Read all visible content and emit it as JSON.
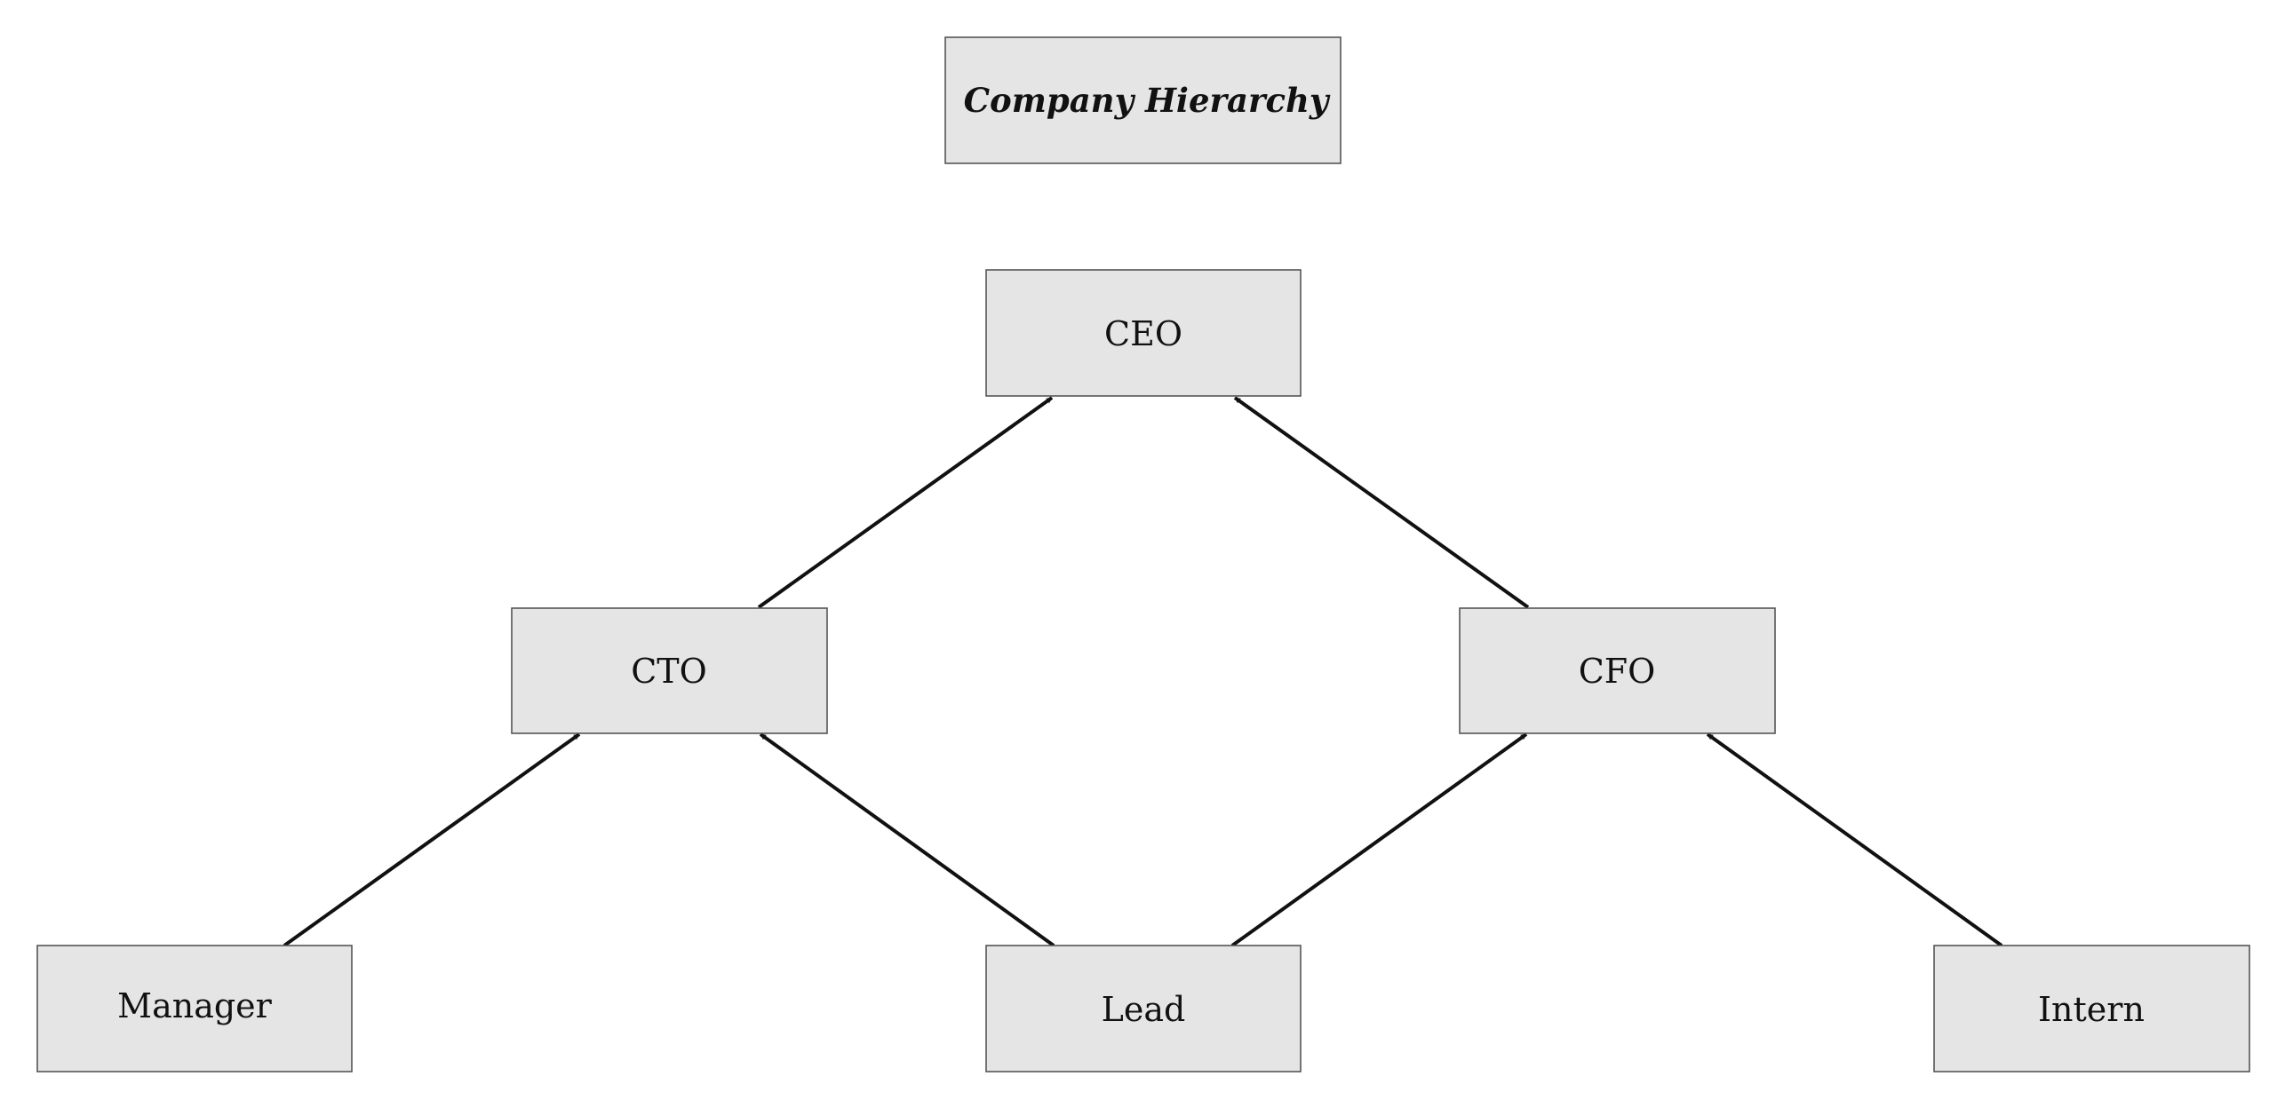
{
  "title": "Company Hierarchy",
  "nodes": {
    "ceo": "CEO",
    "cto": "CTO",
    "cfo": "CFO",
    "manager": "Manager",
    "lead": "Lead",
    "intern": "Intern"
  },
  "edges": [
    {
      "from": "cto",
      "to": "ceo"
    },
    {
      "from": "cfo",
      "to": "ceo"
    },
    {
      "from": "manager",
      "to": "cto"
    },
    {
      "from": "lead",
      "to": "cto"
    },
    {
      "from": "lead",
      "to": "cfo"
    },
    {
      "from": "intern",
      "to": "cfo"
    }
  ],
  "colors": {
    "node_fill": "#e5e5e5",
    "node_border": "#555555",
    "arrow": "#111111"
  }
}
